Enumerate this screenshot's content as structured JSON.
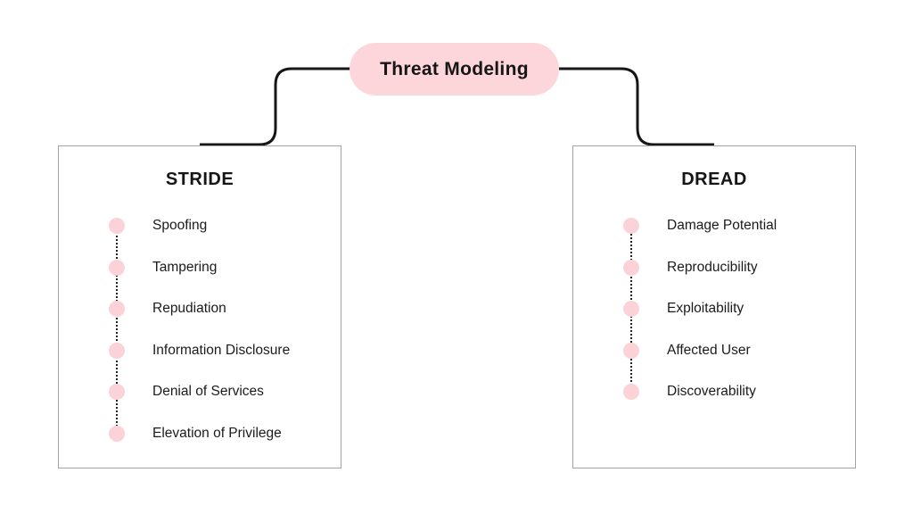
{
  "root": {
    "title": "Threat Modeling"
  },
  "panels": [
    {
      "title": "STRIDE",
      "items": [
        "Spoofing",
        "Tampering",
        "Repudiation",
        "Information Disclosure",
        "Denial of Services",
        "Elevation of Privilege"
      ]
    },
    {
      "title": "DREAD",
      "items": [
        "Damage Potential",
        "Reproducibility",
        "Exploitability",
        "Affected User",
        "Discoverability"
      ]
    }
  ],
  "colors": {
    "node_pink": "#fcd6db",
    "bullet_pink": "#fbd2d8",
    "connector_black": "#161616",
    "panel_border_gray": "#a3a3a3",
    "text_dark": "#1b1b1b"
  }
}
